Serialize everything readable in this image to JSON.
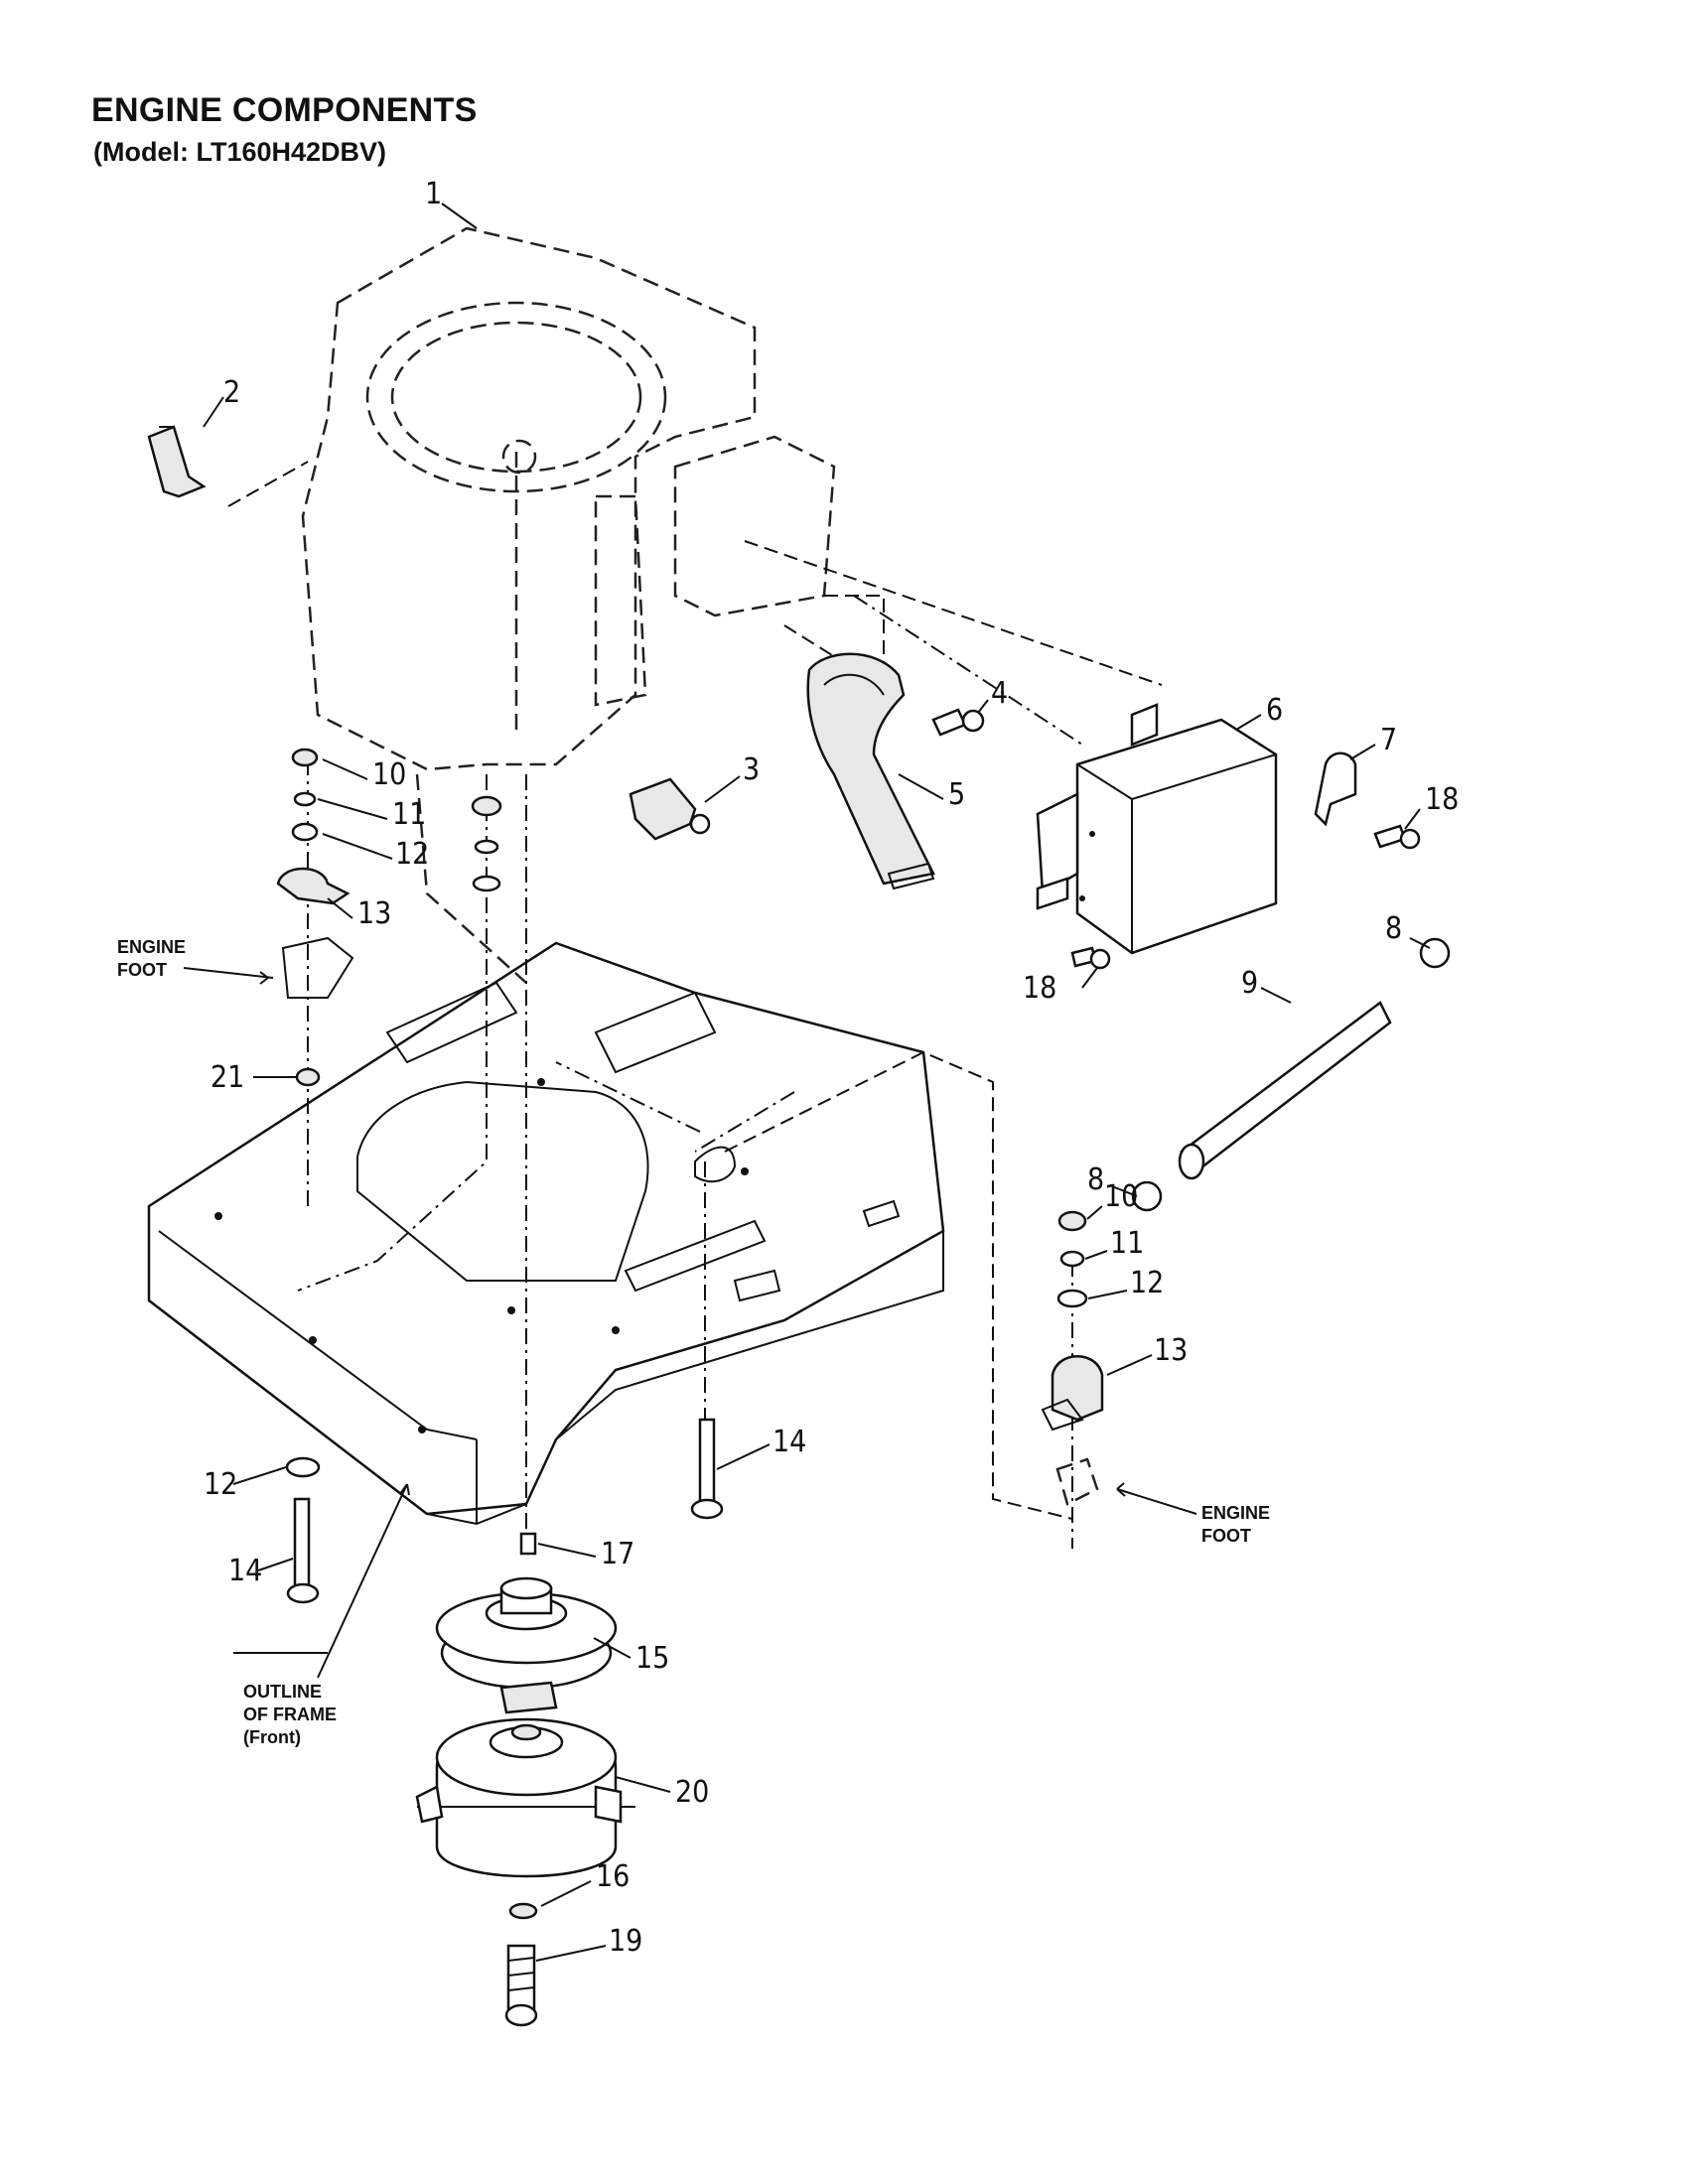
{
  "header": {
    "title": "ENGINE COMPONENTS",
    "subtitle": "(Model: LT160H42DBV)"
  },
  "callouts": {
    "c1": "1",
    "c2": "2",
    "c3": "3",
    "c4": "4",
    "c5": "5",
    "c6": "6",
    "c7": "7",
    "c8a": "8",
    "c8b": "8",
    "c9": "9",
    "c10a": "10",
    "c11a": "11",
    "c12a": "12",
    "c13a": "13",
    "c10b": "10",
    "c11b": "11",
    "c12b": "12",
    "c13b": "13",
    "c12c": "12",
    "c14a": "14",
    "c14b": "14",
    "c15": "15",
    "c16": "16",
    "c17": "17",
    "c18a": "18",
    "c18b": "18",
    "c19": "19",
    "c20": "20",
    "c21": "21"
  },
  "labels": {
    "engine_foot_left_1": "ENGINE",
    "engine_foot_left_2": "FOOT",
    "engine_foot_right_1": "ENGINE",
    "engine_foot_right_2": "FOOT",
    "outline_1": "OUTLINE",
    "outline_2": "OF FRAME",
    "outline_3": "(Front)"
  }
}
